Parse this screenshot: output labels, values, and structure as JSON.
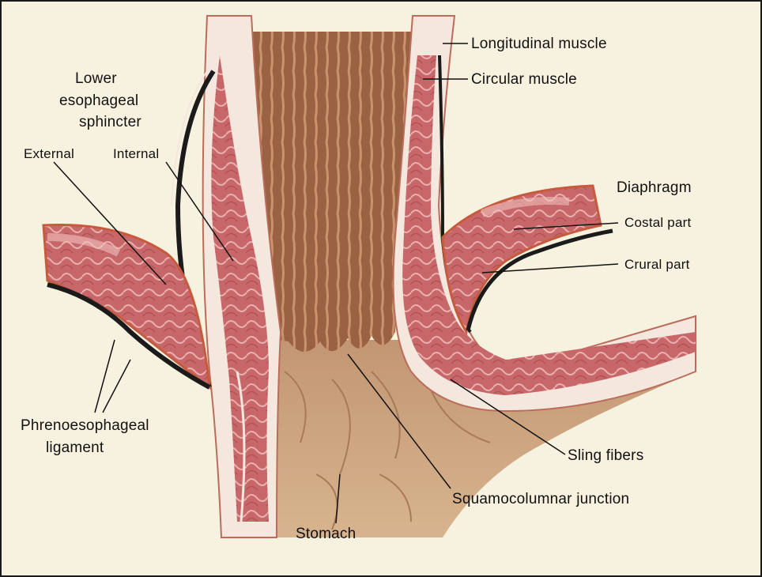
{
  "labels": {
    "longitudinal_muscle": "Longitudinal muscle",
    "circular_muscle": "Circular muscle",
    "les_line1": "Lower",
    "les_line2": "esophageal",
    "les_line3": "sphincter",
    "external": "External",
    "internal": "Internal",
    "diaphragm": "Diaphragm",
    "costal_part": "Costal part",
    "crural_part": "Crural part",
    "phreno_line1": "Phrenoesophageal",
    "phreno_line2": "ligament",
    "sling_fibers": "Sling fibers",
    "squamocolumnar_junction": "Squamocolumnar junction",
    "stomach": "Stomach"
  },
  "colors": {
    "background": "#f7f1df",
    "frame": "#1a1a1a",
    "muscle": "#c8676a",
    "muscle_light": "#e6a3a0",
    "fascia": "#f4e7dd",
    "serosa_black": "#1b1b1b",
    "lumen": "#a06a48",
    "stomach": "#c9a17d",
    "diaphragm_edge": "#c65a3c"
  }
}
